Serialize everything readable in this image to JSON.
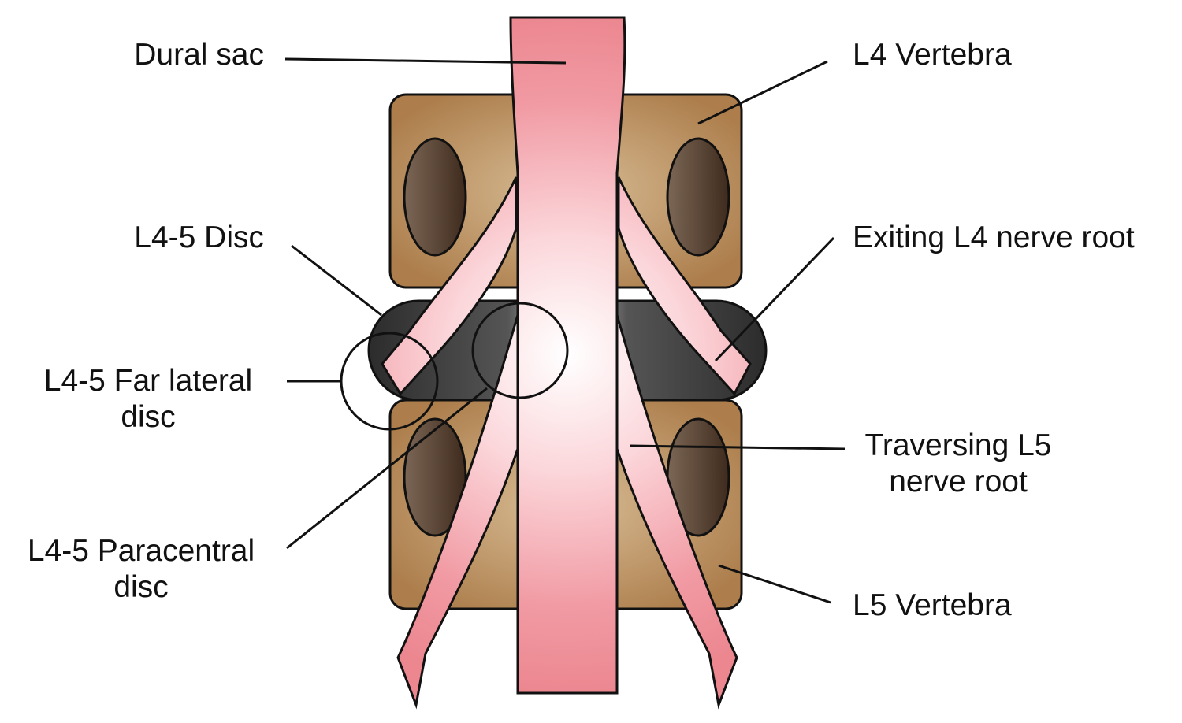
{
  "labels": {
    "dural_sac": "Dural sac",
    "l4_vertebra": "L4 Vertebra",
    "l45_disc": "L4-5 Disc",
    "exiting_root": "Exiting L4 nerve root",
    "far_lateral_line1": "L4-5 Far lateral",
    "far_lateral_line2": "disc",
    "traversing_line1": "Traversing L5",
    "traversing_line2": "nerve root",
    "paracentral_line1": "L4-5 Paracentral",
    "paracentral_line2": "disc",
    "l5_vertebra": "L5 Vertebra"
  },
  "colors": {
    "vertebra": "#b08050",
    "vertebra_light": "#c9a77c",
    "foramen_dark": "#3e2a1c",
    "foramen_light": "#7a6350",
    "disc_dark": "#2f2f2f",
    "disc_light": "#bdbdbd",
    "neural_pink": "#ee8590",
    "neural_light": "#ffffff",
    "outline": "#111111"
  }
}
